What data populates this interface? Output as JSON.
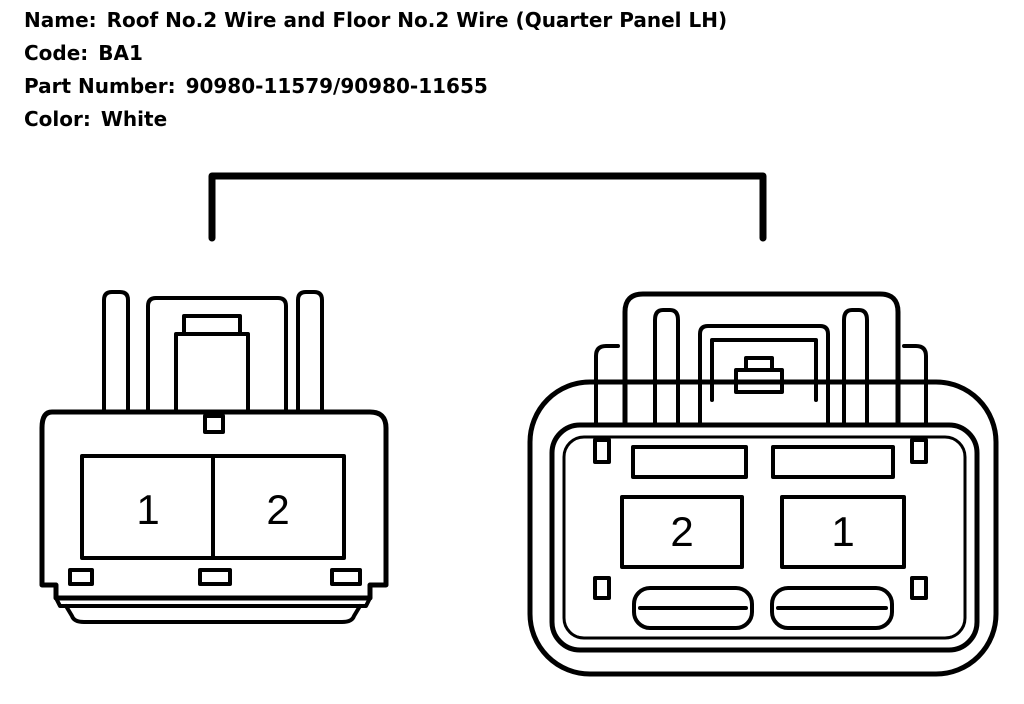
{
  "info": {
    "name_label": "Name:",
    "name_value": "Roof No.2 Wire and Floor No.2 Wire (Quarter Panel LH)",
    "code_label": "Code:",
    "code_value": "BA1",
    "part_label": "Part Number:",
    "part_value": "90980-11579/90980-11655",
    "color_label": "Color:",
    "color_value": "White"
  },
  "left_connector": {
    "pins": [
      "1",
      "2"
    ]
  },
  "right_connector": {
    "pins": [
      "2",
      "1"
    ]
  },
  "colors": {
    "line": "#000000",
    "background": "#ffffff"
  }
}
